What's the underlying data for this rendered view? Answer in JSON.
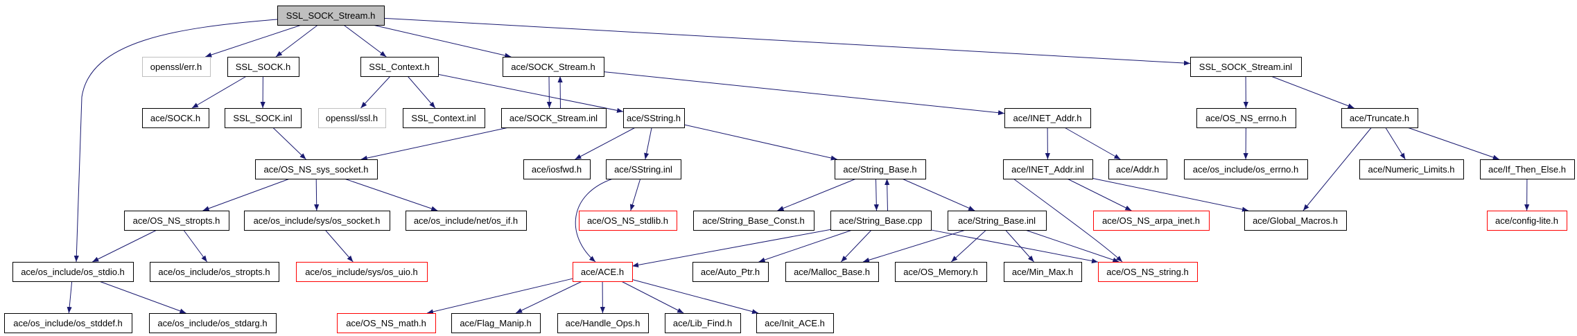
{
  "graph": {
    "edge_color": "#191970",
    "colors": {
      "normal_border": "#000000",
      "external_border": "#bfbfbf",
      "undocumented_border": "#ff0000",
      "root_fill": "#bfbfbf"
    },
    "nodes": [
      {
        "id": "ssl_sock_stream_h",
        "label": "SSL_SOCK_Stream.h",
        "style": "root"
      },
      {
        "id": "openssl_err_h",
        "label": "openssl/err.h",
        "style": "external"
      },
      {
        "id": "ssl_sock_h",
        "label": "SSL_SOCK.h",
        "style": "normal"
      },
      {
        "id": "ssl_context_h",
        "label": "SSL_Context.h",
        "style": "normal"
      },
      {
        "id": "sock_stream_h",
        "label": "ace/SOCK_Stream.h",
        "style": "normal"
      },
      {
        "id": "ssl_sock_stream_inl",
        "label": "SSL_SOCK_Stream.inl",
        "style": "normal"
      },
      {
        "id": "sock_h",
        "label": "ace/SOCK.h",
        "style": "normal"
      },
      {
        "id": "ssl_sock_inl",
        "label": "SSL_SOCK.inl",
        "style": "normal"
      },
      {
        "id": "openssl_ssl_h",
        "label": "openssl/ssl.h",
        "style": "external"
      },
      {
        "id": "ssl_context_inl",
        "label": "SSL_Context.inl",
        "style": "normal"
      },
      {
        "id": "sock_stream_inl",
        "label": "ace/SOCK_Stream.inl",
        "style": "normal"
      },
      {
        "id": "sstring_h",
        "label": "ace/SString.h",
        "style": "normal"
      },
      {
        "id": "inet_addr_h",
        "label": "ace/INET_Addr.h",
        "style": "normal"
      },
      {
        "id": "os_ns_errno_h",
        "label": "ace/OS_NS_errno.h",
        "style": "normal"
      },
      {
        "id": "truncate_h",
        "label": "ace/Truncate.h",
        "style": "normal"
      },
      {
        "id": "os_ns_sys_socket_h",
        "label": "ace/OS_NS_sys_socket.h",
        "style": "normal"
      },
      {
        "id": "iosfwd_h",
        "label": "ace/iosfwd.h",
        "style": "normal"
      },
      {
        "id": "sstring_inl",
        "label": "ace/SString.inl",
        "style": "normal"
      },
      {
        "id": "string_base_h",
        "label": "ace/String_Base.h",
        "style": "normal"
      },
      {
        "id": "inet_addr_inl",
        "label": "ace/INET_Addr.inl",
        "style": "normal"
      },
      {
        "id": "addr_h",
        "label": "ace/Addr.h",
        "style": "normal"
      },
      {
        "id": "os_errno_h",
        "label": "ace/os_include/os_errno.h",
        "style": "normal"
      },
      {
        "id": "numeric_limits_h",
        "label": "ace/Numeric_Limits.h",
        "style": "normal"
      },
      {
        "id": "if_then_else_h",
        "label": "ace/If_Then_Else.h",
        "style": "normal"
      },
      {
        "id": "os_ns_stropts_h",
        "label": "ace/OS_NS_stropts.h",
        "style": "normal"
      },
      {
        "id": "sys_os_socket_h",
        "label": "ace/os_include/sys/os_socket.h",
        "style": "normal"
      },
      {
        "id": "net_os_if_h",
        "label": "ace/os_include/net/os_if.h",
        "style": "normal"
      },
      {
        "id": "os_ns_stdlib_h",
        "label": "ace/OS_NS_stdlib.h",
        "style": "undocumented"
      },
      {
        "id": "string_base_const_h",
        "label": "ace/String_Base_Const.h",
        "style": "normal"
      },
      {
        "id": "string_base_cpp",
        "label": "ace/String_Base.cpp",
        "style": "normal"
      },
      {
        "id": "string_base_inl",
        "label": "ace/String_Base.inl",
        "style": "normal"
      },
      {
        "id": "os_ns_arpa_inet_h",
        "label": "ace/OS_NS_arpa_inet.h",
        "style": "undocumented"
      },
      {
        "id": "global_macros_h",
        "label": "ace/Global_Macros.h",
        "style": "normal"
      },
      {
        "id": "config_lite_h",
        "label": "ace/config-lite.h",
        "style": "undocumented"
      },
      {
        "id": "os_stdio_h",
        "label": "ace/os_include/os_stdio.h",
        "style": "normal"
      },
      {
        "id": "os_stropts_h",
        "label": "ace/os_include/os_stropts.h",
        "style": "normal"
      },
      {
        "id": "sys_os_uio_h",
        "label": "ace/os_include/sys/os_uio.h",
        "style": "undocumented"
      },
      {
        "id": "ace_h",
        "label": "ace/ACE.h",
        "style": "undocumented"
      },
      {
        "id": "auto_ptr_h",
        "label": "ace/Auto_Ptr.h",
        "style": "normal"
      },
      {
        "id": "malloc_base_h",
        "label": "ace/Malloc_Base.h",
        "style": "normal"
      },
      {
        "id": "os_memory_h",
        "label": "ace/OS_Memory.h",
        "style": "normal"
      },
      {
        "id": "min_max_h",
        "label": "ace/Min_Max.h",
        "style": "normal"
      },
      {
        "id": "os_ns_string_h",
        "label": "ace/OS_NS_string.h",
        "style": "undocumented"
      },
      {
        "id": "os_stddef_h",
        "label": "ace/os_include/os_stddef.h",
        "style": "normal"
      },
      {
        "id": "os_stdarg_h",
        "label": "ace/os_include/os_stdarg.h",
        "style": "normal"
      },
      {
        "id": "os_ns_math_h",
        "label": "ace/OS_NS_math.h",
        "style": "undocumented"
      },
      {
        "id": "flag_manip_h",
        "label": "ace/Flag_Manip.h",
        "style": "normal"
      },
      {
        "id": "handle_ops_h",
        "label": "ace/Handle_Ops.h",
        "style": "normal"
      },
      {
        "id": "lib_find_h",
        "label": "ace/Lib_Find.h",
        "style": "normal"
      },
      {
        "id": "init_ace_h",
        "label": "ace/Init_ACE.h",
        "style": "normal"
      }
    ],
    "edges": [
      [
        "ssl_sock_stream_h",
        "os_stdio_h"
      ],
      [
        "ssl_sock_stream_h",
        "openssl_err_h"
      ],
      [
        "ssl_sock_stream_h",
        "ssl_sock_h"
      ],
      [
        "ssl_sock_stream_h",
        "ssl_context_h"
      ],
      [
        "ssl_sock_stream_h",
        "sock_stream_h"
      ],
      [
        "ssl_sock_stream_h",
        "ssl_sock_stream_inl"
      ],
      [
        "ssl_sock_h",
        "sock_h"
      ],
      [
        "ssl_sock_h",
        "ssl_sock_inl"
      ],
      [
        "ssl_context_h",
        "openssl_ssl_h"
      ],
      [
        "ssl_context_h",
        "ssl_context_inl"
      ],
      [
        "ssl_context_h",
        "sstring_h"
      ],
      [
        "sock_stream_h",
        "sock_stream_inl"
      ],
      [
        "sock_stream_h",
        "inet_addr_h"
      ],
      [
        "sock_stream_inl",
        "sock_stream_h"
      ],
      [
        "sock_stream_inl",
        "os_ns_sys_socket_h"
      ],
      [
        "ssl_sock_inl",
        "os_ns_sys_socket_h"
      ],
      [
        "ssl_sock_stream_inl",
        "os_ns_errno_h"
      ],
      [
        "ssl_sock_stream_inl",
        "truncate_h"
      ],
      [
        "sstring_h",
        "iosfwd_h"
      ],
      [
        "sstring_h",
        "sstring_inl"
      ],
      [
        "sstring_h",
        "string_base_h"
      ],
      [
        "inet_addr_h",
        "inet_addr_inl"
      ],
      [
        "inet_addr_h",
        "addr_h"
      ],
      [
        "os_ns_errno_h",
        "os_errno_h"
      ],
      [
        "truncate_h",
        "global_macros_h"
      ],
      [
        "truncate_h",
        "numeric_limits_h"
      ],
      [
        "truncate_h",
        "if_then_else_h"
      ],
      [
        "os_ns_sys_socket_h",
        "os_ns_stropts_h"
      ],
      [
        "os_ns_sys_socket_h",
        "sys_os_socket_h"
      ],
      [
        "os_ns_sys_socket_h",
        "net_os_if_h"
      ],
      [
        "sstring_inl",
        "ace_h"
      ],
      [
        "sstring_inl",
        "os_ns_stdlib_h"
      ],
      [
        "string_base_h",
        "string_base_const_h"
      ],
      [
        "string_base_h",
        "string_base_cpp"
      ],
      [
        "string_base_h",
        "string_base_inl"
      ],
      [
        "inet_addr_inl",
        "os_ns_arpa_inet_h"
      ],
      [
        "inet_addr_inl",
        "global_macros_h"
      ],
      [
        "inet_addr_inl",
        "os_ns_string_h"
      ],
      [
        "if_then_else_h",
        "config_lite_h"
      ],
      [
        "string_base_cpp",
        "string_base_h"
      ],
      [
        "string_base_cpp",
        "ace_h"
      ],
      [
        "string_base_cpp",
        "auto_ptr_h"
      ],
      [
        "string_base_cpp",
        "malloc_base_h"
      ],
      [
        "string_base_cpp",
        "os_ns_string_h"
      ],
      [
        "string_base_inl",
        "malloc_base_h"
      ],
      [
        "string_base_inl",
        "os_memory_h"
      ],
      [
        "string_base_inl",
        "min_max_h"
      ],
      [
        "string_base_inl",
        "os_ns_string_h"
      ],
      [
        "os_ns_stropts_h",
        "os_stdio_h"
      ],
      [
        "os_ns_stropts_h",
        "os_stropts_h"
      ],
      [
        "sys_os_socket_h",
        "sys_os_uio_h"
      ],
      [
        "os_stdio_h",
        "os_stddef_h"
      ],
      [
        "os_stdio_h",
        "os_stdarg_h"
      ],
      [
        "ace_h",
        "os_ns_math_h"
      ],
      [
        "ace_h",
        "flag_manip_h"
      ],
      [
        "ace_h",
        "handle_ops_h"
      ],
      [
        "ace_h",
        "lib_find_h"
      ],
      [
        "ace_h",
        "init_ace_h"
      ]
    ]
  }
}
